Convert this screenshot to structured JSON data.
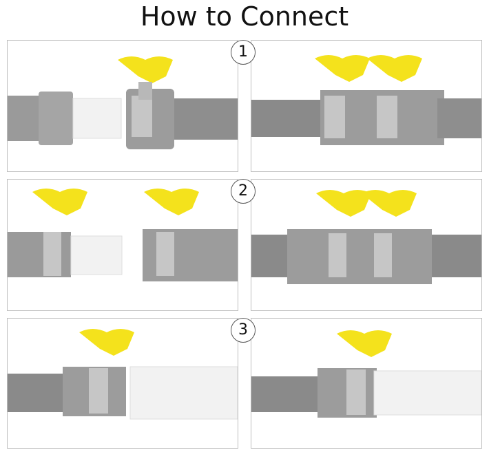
{
  "title": "How to Connect",
  "steps": [
    {
      "number": "1"
    },
    {
      "number": "2"
    },
    {
      "number": "3"
    }
  ],
  "colors": {
    "hose_gray": "#9a9a9a",
    "hose_dark": "#7d7d7d",
    "clamp_yellow": "#f4e21c",
    "clamp_metal": "#b8b8b8",
    "fitting_white": "#f2f2f2"
  }
}
